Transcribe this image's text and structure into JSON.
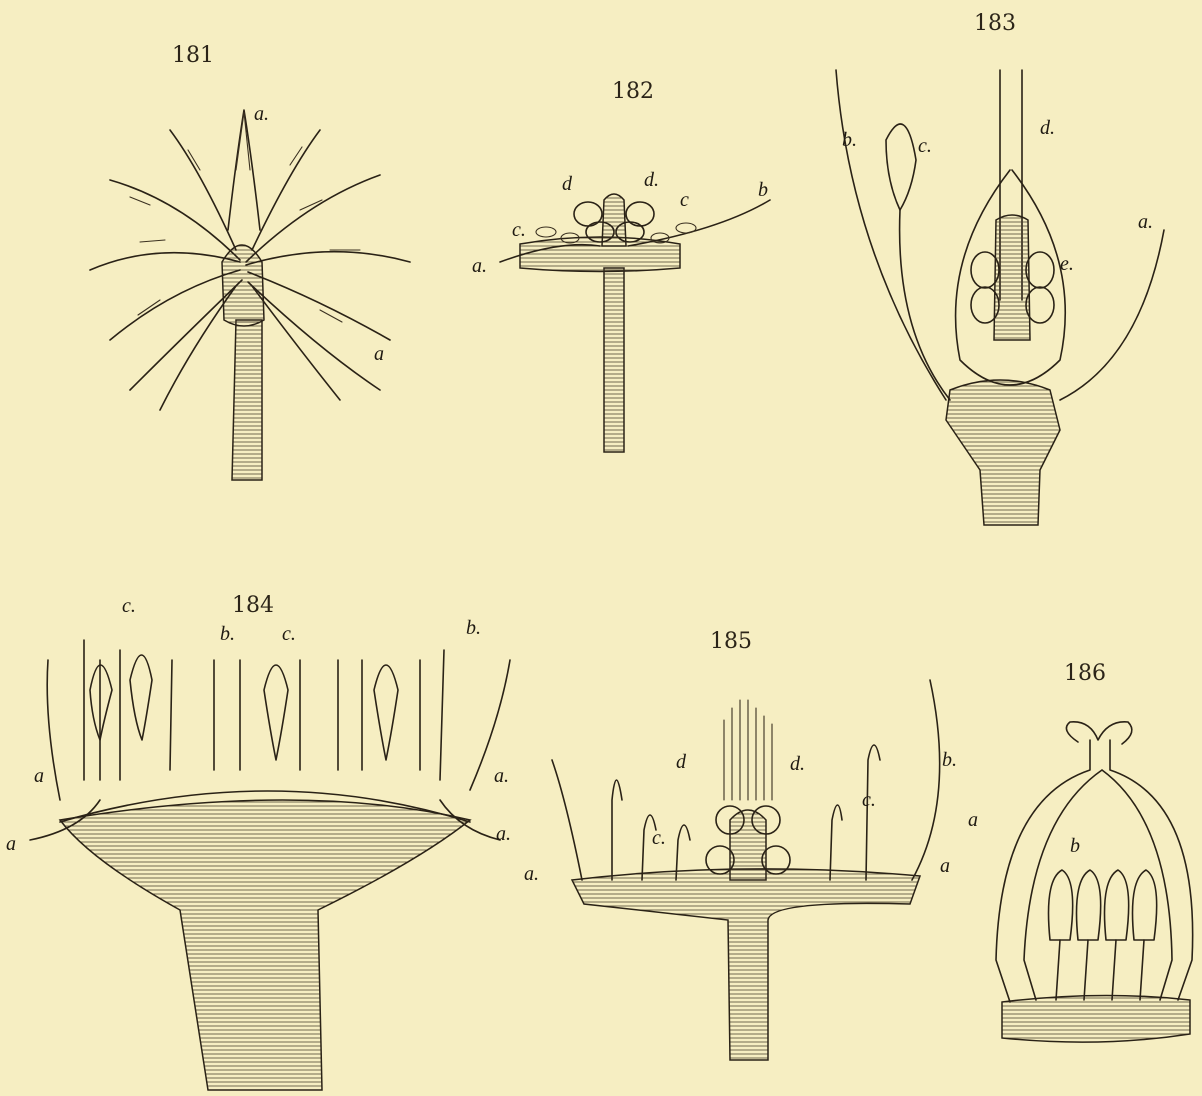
{
  "background": "#f6eec2",
  "ink_color": "#2a2216",
  "figures": [
    {
      "number": "181",
      "labels": [
        "a.",
        "a"
      ]
    },
    {
      "number": "182",
      "labels": [
        "a.",
        "b",
        "c.",
        "c",
        "d",
        "d."
      ]
    },
    {
      "number": "183",
      "labels": [
        "b.",
        "c.",
        "d.",
        "a.",
        "e."
      ]
    },
    {
      "number": "184",
      "labels": [
        "c.",
        "b.",
        "c.",
        "b.",
        "a",
        "a.",
        "a",
        "a."
      ]
    },
    {
      "number": "185",
      "labels": [
        "d",
        "d.",
        "b.",
        "c.",
        "c.",
        "a.",
        "a"
      ]
    },
    {
      "number": "186",
      "labels": [
        "a",
        "b"
      ]
    }
  ]
}
